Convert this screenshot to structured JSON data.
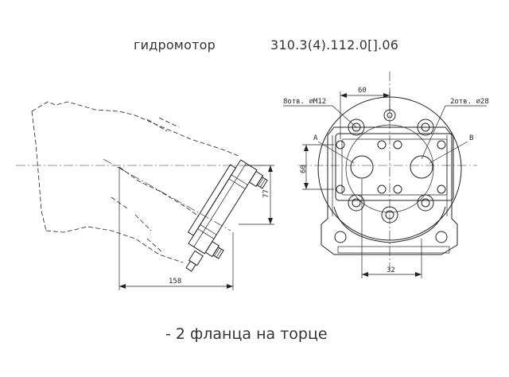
{
  "header": {
    "product_name": "гидромотор",
    "model_code": "310.3(4).112.0[].06"
  },
  "drawing": {
    "side_view": {
      "dim_width": "158",
      "dim_height": "77"
    },
    "end_view": {
      "dim_top": "60",
      "dim_left": "60",
      "dim_bottom": "32",
      "callout_holes": "8отв. ⌀М12",
      "callout_ports": "2отв. ⌀28",
      "port_a": "A",
      "port_b": "B"
    }
  },
  "footer": {
    "caption": "- 2 фланца на торце"
  }
}
